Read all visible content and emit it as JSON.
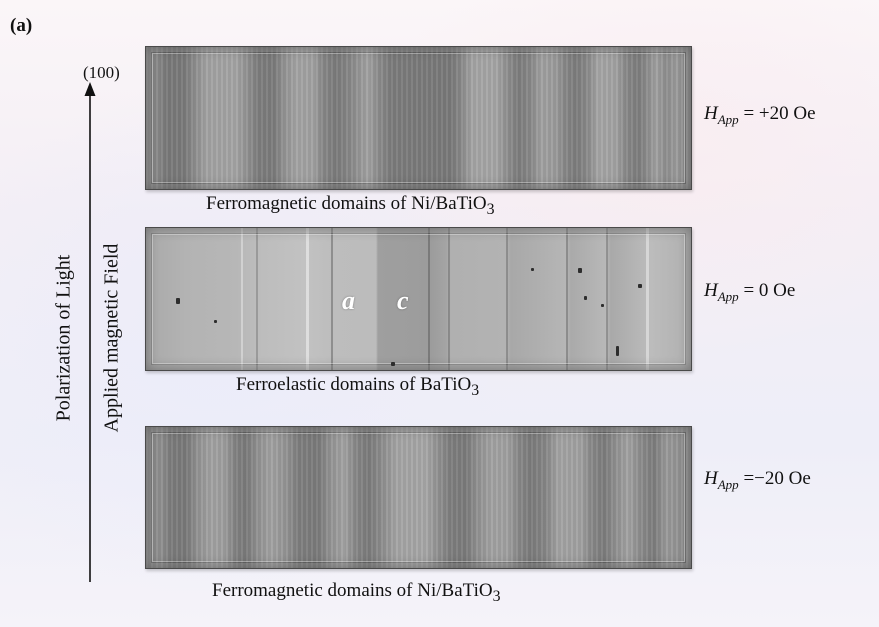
{
  "figure": {
    "panel_label": "(a)",
    "orientation": "(100)",
    "axis_labels": {
      "polarization": "Polarization of Light",
      "field": "Applied magnetic Field"
    },
    "panels": [
      {
        "caption_prefix": "Ferromagnetic domains of Ni/BaTiO",
        "caption_subscript": "3",
        "field_symbol": "H",
        "field_subscript": "App",
        "field_value": "= +20 Oe"
      },
      {
        "caption_prefix": "Ferroelastic domains of BaTiO",
        "caption_subscript": "3",
        "field_symbol": "H",
        "field_subscript": "App",
        "field_value": "= 0 Oe",
        "domain_labels": [
          "a",
          "c"
        ]
      },
      {
        "caption_prefix": "Ferromagnetic domains of Ni/BaTiO",
        "caption_subscript": "3",
        "field_symbol": "H",
        "field_subscript": "App",
        "field_value": "=−20 Oe"
      }
    ]
  }
}
